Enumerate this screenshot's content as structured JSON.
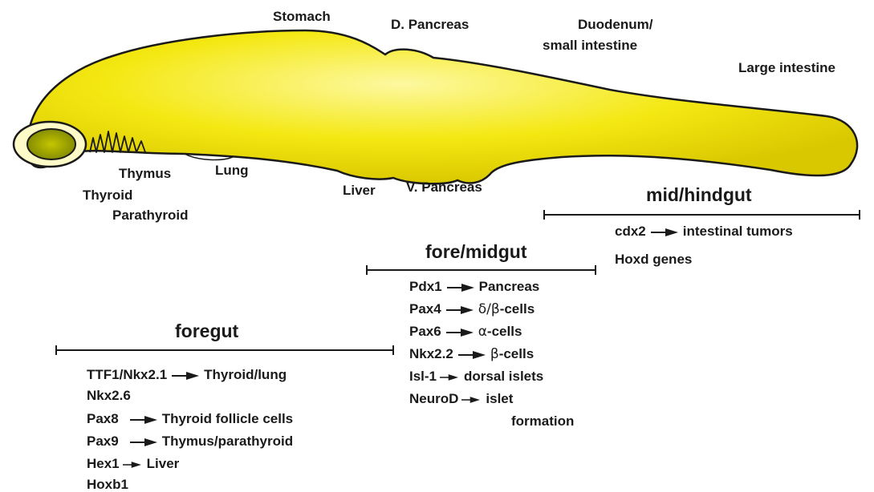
{
  "organs": {
    "stomach": "Stomach",
    "d_pancreas": "D. Pancreas",
    "duodenum_1": "Duodenum/",
    "duodenum_2": "small intestine",
    "large_intestine": "Large intestine",
    "thymus": "Thymus",
    "lung": "Lung",
    "thyroid": "Thyroid",
    "parathyroid": "Parathyroid",
    "liver": "Liver",
    "v_pancreas": "V. Pancreas"
  },
  "regions": {
    "hindgut": {
      "title": "mid/hindgut",
      "genes": [
        {
          "gene": "cdx2",
          "target": "intestinal tumors"
        },
        {
          "gene": "Hoxd genes",
          "target": ""
        }
      ]
    },
    "midgut": {
      "title": "fore/midgut",
      "genes": [
        {
          "gene": "Pdx1",
          "target": "Pancreas",
          "sym": ""
        },
        {
          "gene": "Pax4",
          "sym": "δ/β",
          "target": "-cells"
        },
        {
          "gene": "Pax6",
          "sym": "α",
          "target": "-cells"
        },
        {
          "gene": "Nkx2.2",
          "sym": "β",
          "target": "-cells"
        },
        {
          "gene": "Isl-1",
          "sym": "",
          "target": "dorsal islets"
        },
        {
          "gene": "NeuroD",
          "sym": "",
          "target": "islet"
        },
        {
          "gene": "",
          "sym": "",
          "target": "formation"
        }
      ]
    },
    "foregut": {
      "title": "foregut",
      "genes": [
        {
          "gene": "TTF1/Nkx2.1",
          "target": "Thyroid/lung"
        },
        {
          "gene": "Nkx2.6",
          "target": ""
        },
        {
          "gene": "Pax8",
          "target": "Thyroid follicle cells"
        },
        {
          "gene": "Pax9",
          "target": "Thymus/parathyroid"
        },
        {
          "gene": "Hex1",
          "target": "Liver"
        },
        {
          "gene": "Hoxb1",
          "target": ""
        }
      ]
    }
  },
  "colors": {
    "gut_fill": "#f2e600",
    "gut_highlight": "#fbf57a",
    "gut_outline": "#1a1a1a",
    "lumen": "#9aa000",
    "lumen_rim": "#fffbc8"
  }
}
